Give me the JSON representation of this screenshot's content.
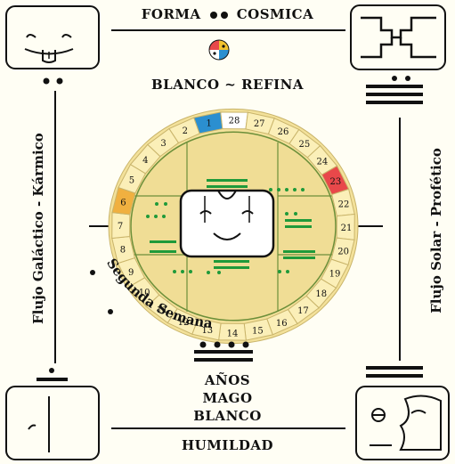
{
  "top": {
    "left_word": "FORMA",
    "right_word": "COSMICA"
  },
  "tone_name": "BLANCO ~ REFINA",
  "sidebar": {
    "left": "Flujo Galáctico - Kármico",
    "right": "Flujo Solar - Profético"
  },
  "wheel": {
    "numbers": [
      "28",
      "27",
      "26",
      "25",
      "24",
      "23",
      "22",
      "21",
      "20",
      "19",
      "18",
      "17",
      "16",
      "15",
      "14",
      "13",
      "12",
      "11",
      "10",
      "9",
      "8",
      "7",
      "6",
      "5",
      "4",
      "3",
      "2",
      "1"
    ],
    "week_label": "Segunda Semana",
    "highlight_colors": {
      "1": "#2b8fd0",
      "6": "#f0b040",
      "23": "#e8484a",
      "28": "#ffffff"
    }
  },
  "lower_center": {
    "line1": "AÑOS",
    "line2": "MAGO",
    "line3": "BLANCO"
  },
  "bottom_label": "HUMILDAD",
  "icons": {
    "top_left": "face-tongue-glyph-icon",
    "top_right": "step-fret-glyph-icon",
    "bottom_left": "hook-glyph-icon",
    "bottom_right": "profile-face-glyph-icon",
    "center": "smiling-face-glyph-icon",
    "color_wheel": "four-color-circle-icon"
  },
  "colors": {
    "ring_fill": "#f3e19a",
    "inner_fill": "#f0dd95",
    "mark_green": "#1f9a3a",
    "ink": "#111111"
  }
}
